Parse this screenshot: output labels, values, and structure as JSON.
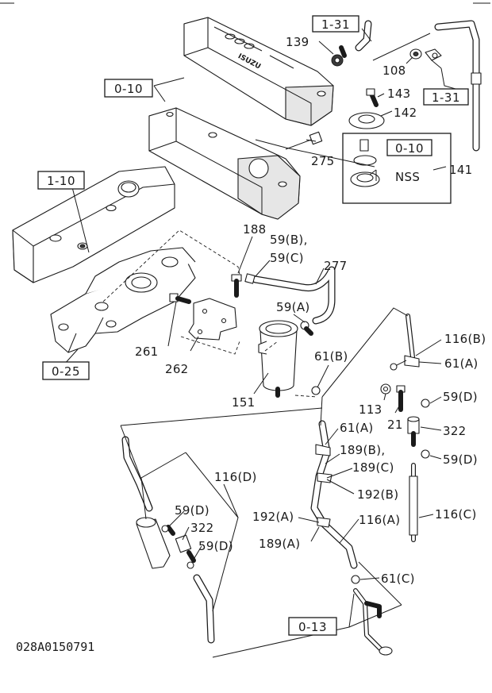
{
  "diagram_code": "028A0150791",
  "ref_boxes": {
    "r1": "1-31",
    "r2": "0-10",
    "r3": "1-31",
    "r4": "0-10",
    "r5": "1-10",
    "r6": "0-25",
    "r7": "0-13"
  },
  "part_labels": {
    "p139": "139",
    "p108": "108",
    "p143": "143",
    "p142": "142",
    "p275": "275",
    "pNSS": "NSS",
    "p141": "141",
    "p188": "188",
    "p59bc": "59(B),",
    "p59c": "59(C)",
    "p277": "277",
    "p59a": "59(A)",
    "p261": "261",
    "p262": "262",
    "p151": "151",
    "p61b": "61(B)",
    "p116b": "116(B)",
    "p61a_r": "61(A)",
    "p113": "113",
    "p59d_r": "59(D)",
    "p21": "21",
    "p322_r": "322",
    "p59d_r2": "59(D)",
    "p61a": "61(A)",
    "p189b": "189(B),",
    "p189c": "189(C)",
    "p192b": "192(B)",
    "p116d": "116(D)",
    "p59d_l": "59(D)",
    "p322_l": "322",
    "p59d_l2": "59(D)",
    "p192a": "192(A)",
    "p116a": "116(A)",
    "p189a": "189(A)",
    "p116c": "116(C)",
    "p61c": "61(C)"
  },
  "logo_text": "ISUZU"
}
